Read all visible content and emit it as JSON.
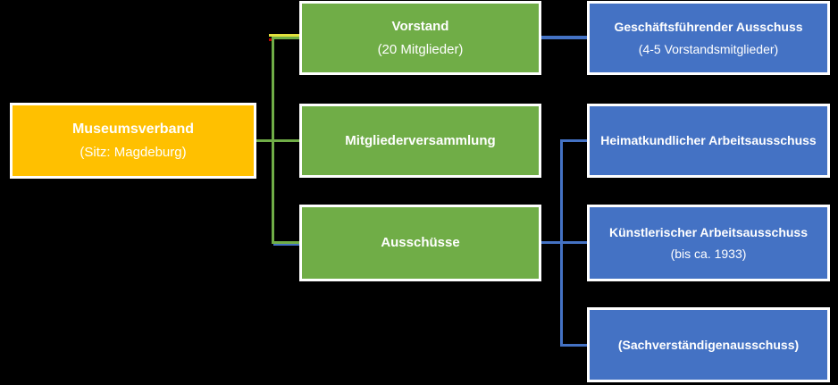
{
  "diagram": {
    "type": "org-chart",
    "background": "#000000",
    "nodes": {
      "museumsverband": {
        "title": "Museumsverband",
        "subtitle": "(Sitz: Magdeburg)",
        "color": "#FFC000"
      },
      "vorstand": {
        "title": "Vorstand",
        "subtitle": "(20 Mitglieder)",
        "color": "#70AD47"
      },
      "mitgliederversammlung": {
        "title": "Mitgliederversammlung",
        "color": "#70AD47"
      },
      "ausschuesse": {
        "title": "Ausschüsse",
        "color": "#70AD47"
      },
      "geschaeftsfuehrender_ausschuss": {
        "title": "Geschäftsführender Ausschuss",
        "subtitle": "(4-5 Vorstandsmitglieder)",
        "color": "#4472C4"
      },
      "heimatkundlicher_arbeitsausschuss": {
        "title": "Heimatkundlicher Arbeitsausschuss",
        "color": "#4472C4"
      },
      "kuenstlerischer_arbeitsausschuss": {
        "title": "Künstlerischer Arbeitsausschuss",
        "subtitle": "(bis ca. 1933)",
        "color": "#4472C4"
      },
      "sachverstaendigenausschuss": {
        "title": "(Sachverständigenausschuss)",
        "color": "#4472C4"
      }
    },
    "edges": [
      {
        "from": "museumsverband",
        "to": "vorstand",
        "color": "#70AD47"
      },
      {
        "from": "museumsverband",
        "to": "mitgliederversammlung",
        "color": "#70AD47"
      },
      {
        "from": "museumsverband",
        "to": "ausschuesse",
        "color": "#70AD47"
      },
      {
        "from": "vorstand",
        "to": "geschaeftsfuehrender_ausschuss",
        "color": "#4472C4"
      },
      {
        "from": "ausschuesse",
        "to": "heimatkundlicher_arbeitsausschuss",
        "color": "#4472C4"
      },
      {
        "from": "ausschuesse",
        "to": "kuenstlerischer_arbeitsausschuss",
        "color": "#4472C4"
      },
      {
        "from": "ausschuesse",
        "to": "sachverstaendigenausschuss",
        "color": "#4472C4"
      }
    ],
    "connector_colors": {
      "green": "#70AD47",
      "blue": "#4472C4",
      "yellow_overlap": "#E0E03C",
      "red_endpoint": "#C00000"
    }
  }
}
